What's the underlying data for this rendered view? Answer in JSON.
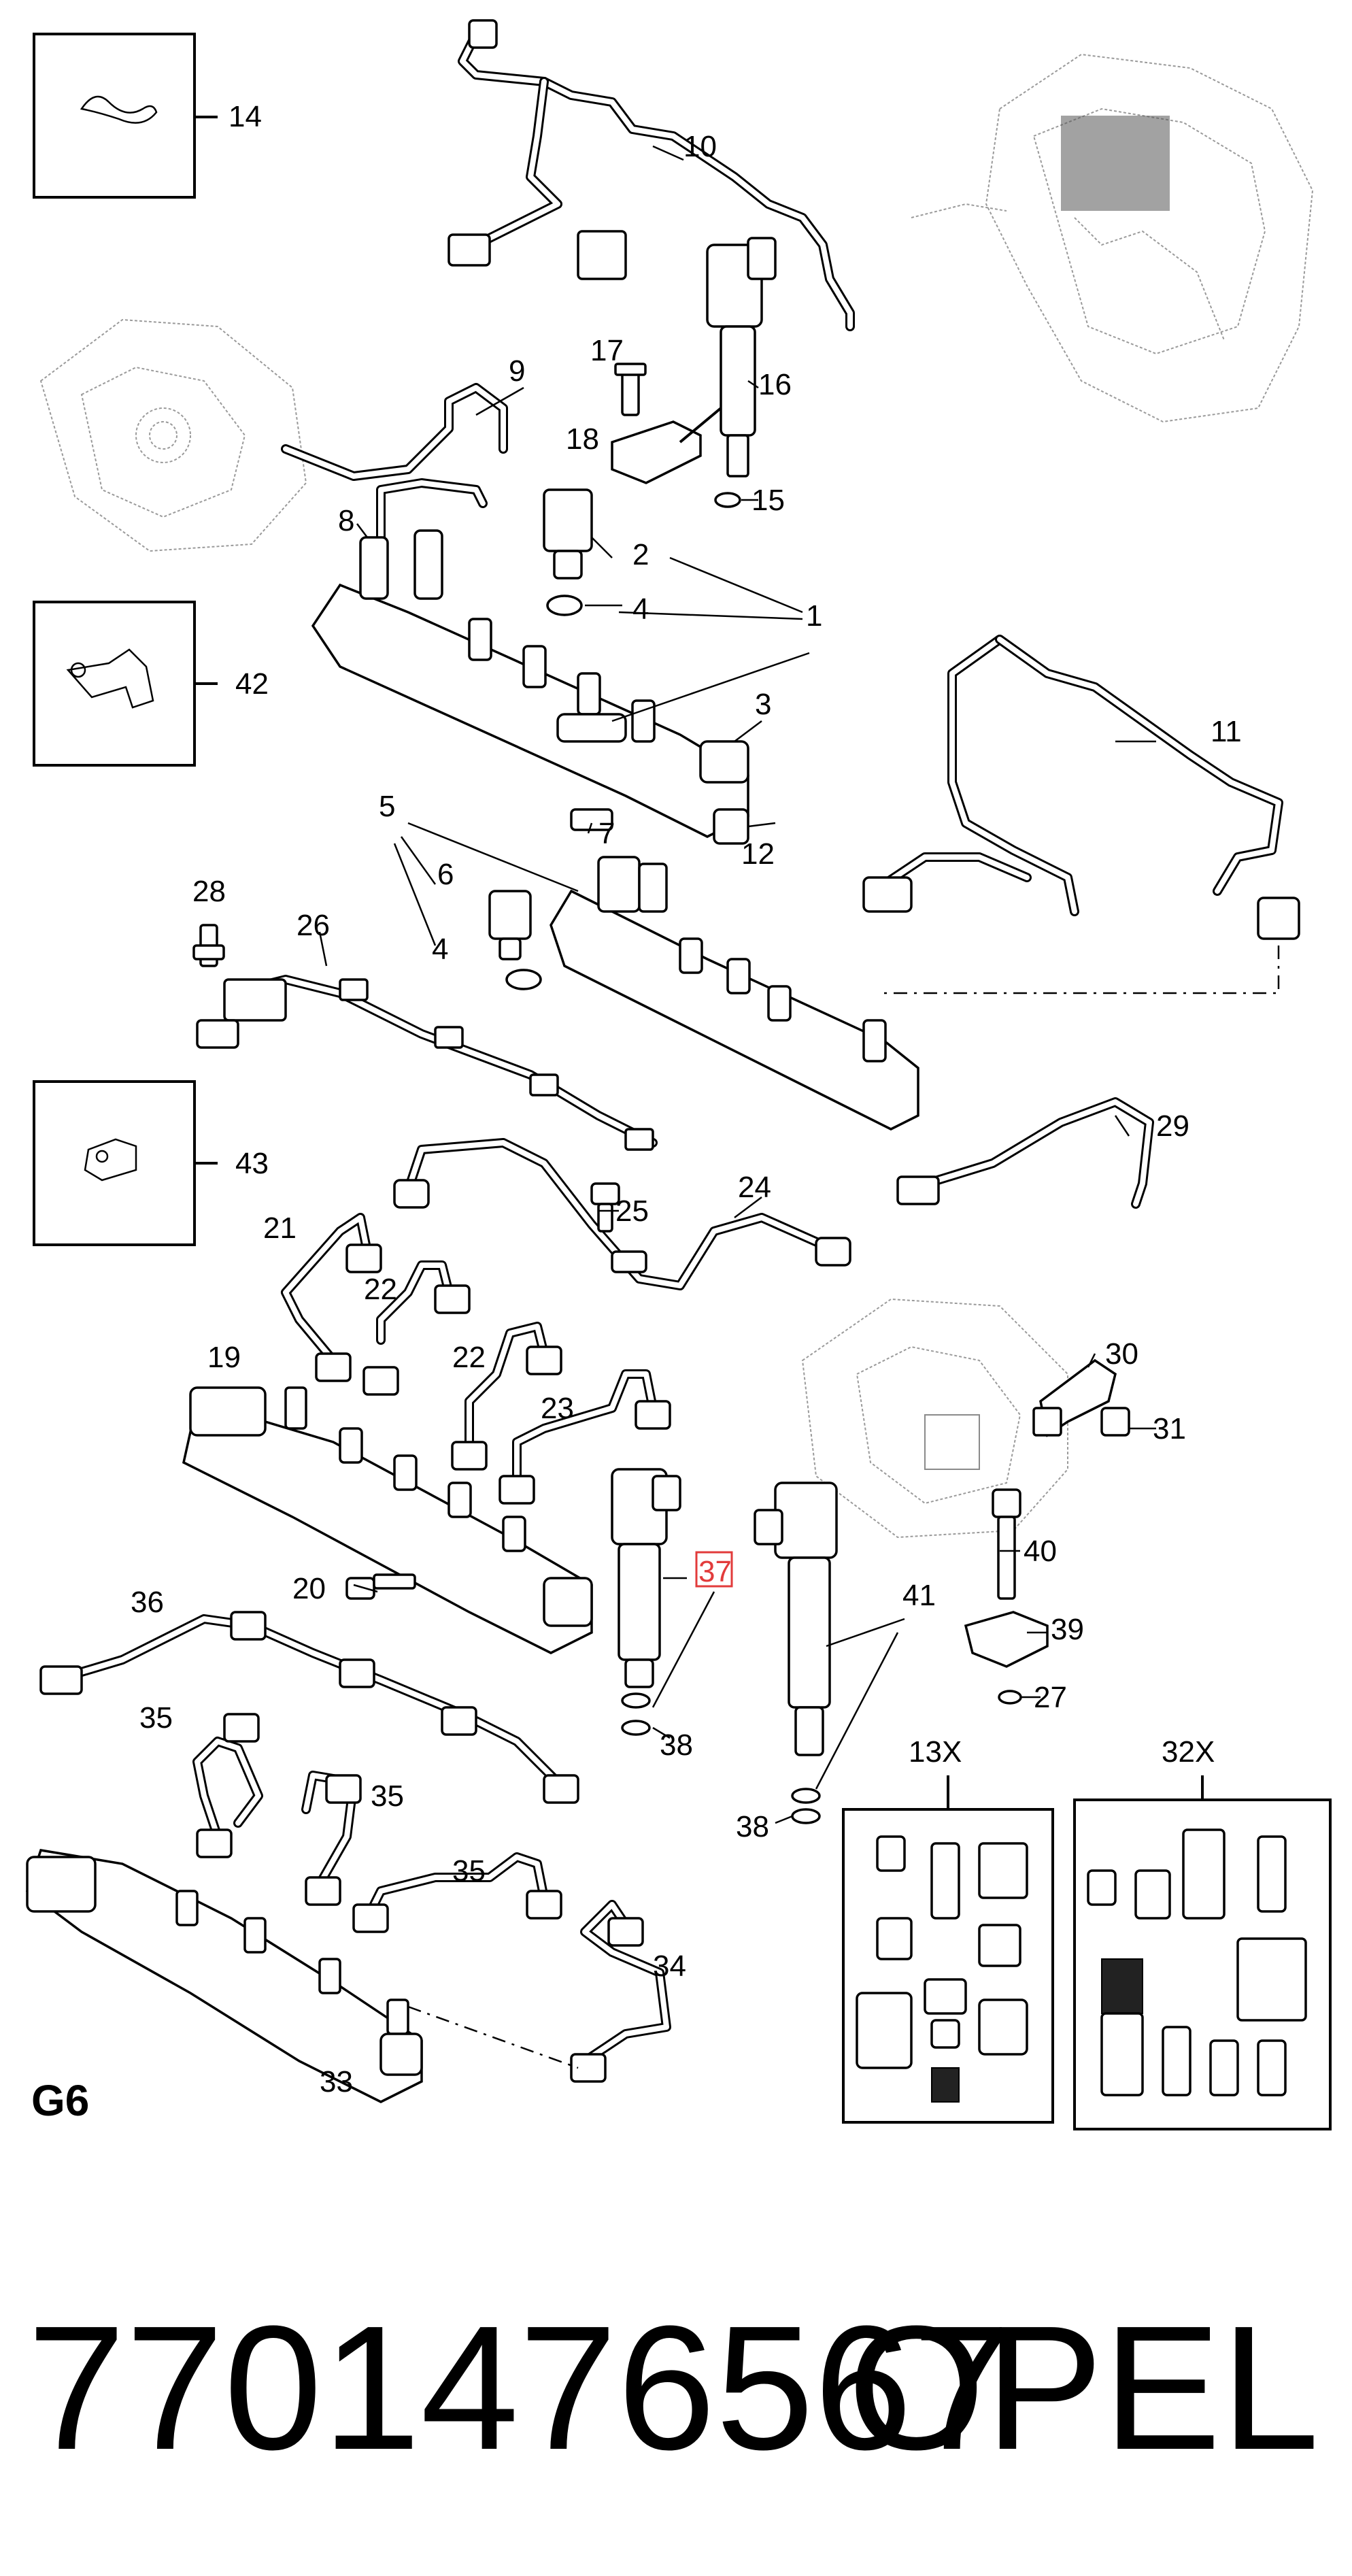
{
  "sheet_label": "G6",
  "part_number": "7701476567",
  "brand": "OPEL",
  "highlighted_callout": "37",
  "callouts": {
    "c1": "1",
    "c2": "2",
    "c3": "3",
    "c4a": "4",
    "c4b": "4",
    "c5": "5",
    "c6": "6",
    "c7": "7",
    "c8": "8",
    "c9": "9",
    "c10": "10",
    "c11": "11",
    "c12": "12",
    "c13x": "13X",
    "c14": "14",
    "c15": "15",
    "c16": "16",
    "c17": "17",
    "c18": "18",
    "c19": "19",
    "c20": "20",
    "c21": "21",
    "c22a": "22",
    "c22b": "22",
    "c23": "23",
    "c24": "24",
    "c25": "25",
    "c26": "26",
    "c27": "27",
    "c28": "28",
    "c29": "29",
    "c30": "30",
    "c31": "31",
    "c32x": "32X",
    "c33": "33",
    "c34": "34",
    "c35a": "35",
    "c35b": "35",
    "c35c": "35",
    "c36": "36",
    "c37": "37",
    "c38a": "38",
    "c38b": "38",
    "c39": "39",
    "c40": "40",
    "c41": "41",
    "c42": "42",
    "c43": "43"
  }
}
